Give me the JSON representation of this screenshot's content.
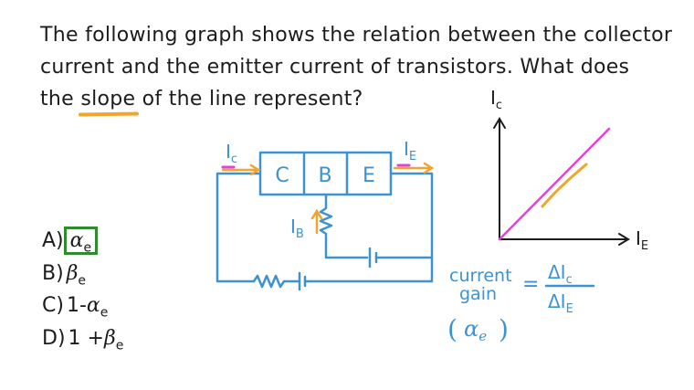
{
  "question": {
    "line1": "The following graph shows the relation between the collector",
    "line2": "current and the emitter current of transistors. What does",
    "line3_pre": "the ",
    "line3_slope": "slope",
    "line3_post": " of the line represent?"
  },
  "options": [
    {
      "label": "A)",
      "symbol": "α",
      "sub": "e",
      "prefix": "",
      "suffix": ""
    },
    {
      "label": "B)",
      "symbol": "β",
      "sub": "e",
      "prefix": "",
      "suffix": ""
    },
    {
      "label": "C)",
      "symbol": "α",
      "sub": "e",
      "prefix": "1-",
      "suffix": ""
    },
    {
      "label": "D)",
      "symbol": "β",
      "sub": "e",
      "prefix": "1 +",
      "suffix": ""
    }
  ],
  "circuit": {
    "blocks": [
      "C",
      "B",
      "E"
    ],
    "ic_label": "I",
    "ic_sub": "c",
    "ie_label": "I",
    "ie_sub": "E",
    "ib_label": "I",
    "ib_sub": "B"
  },
  "graph": {
    "y_label": "I",
    "y_sub": "c",
    "x_label": "I",
    "x_sub": "E"
  },
  "annotation": {
    "word1": "current",
    "word2": "gain",
    "equals": "=",
    "num": "ΔI",
    "num_sub": "c",
    "den": "ΔI",
    "den_sub": "E",
    "alpha": "α",
    "alpha_sub": "e",
    "open_paren": "(",
    "close_paren": ")"
  },
  "colors": {
    "blue": "#3d93d1",
    "orange": "#f0a52b",
    "magenta": "#e83fd8",
    "green": "#2e8b2e",
    "text": "#1c1c1c"
  }
}
